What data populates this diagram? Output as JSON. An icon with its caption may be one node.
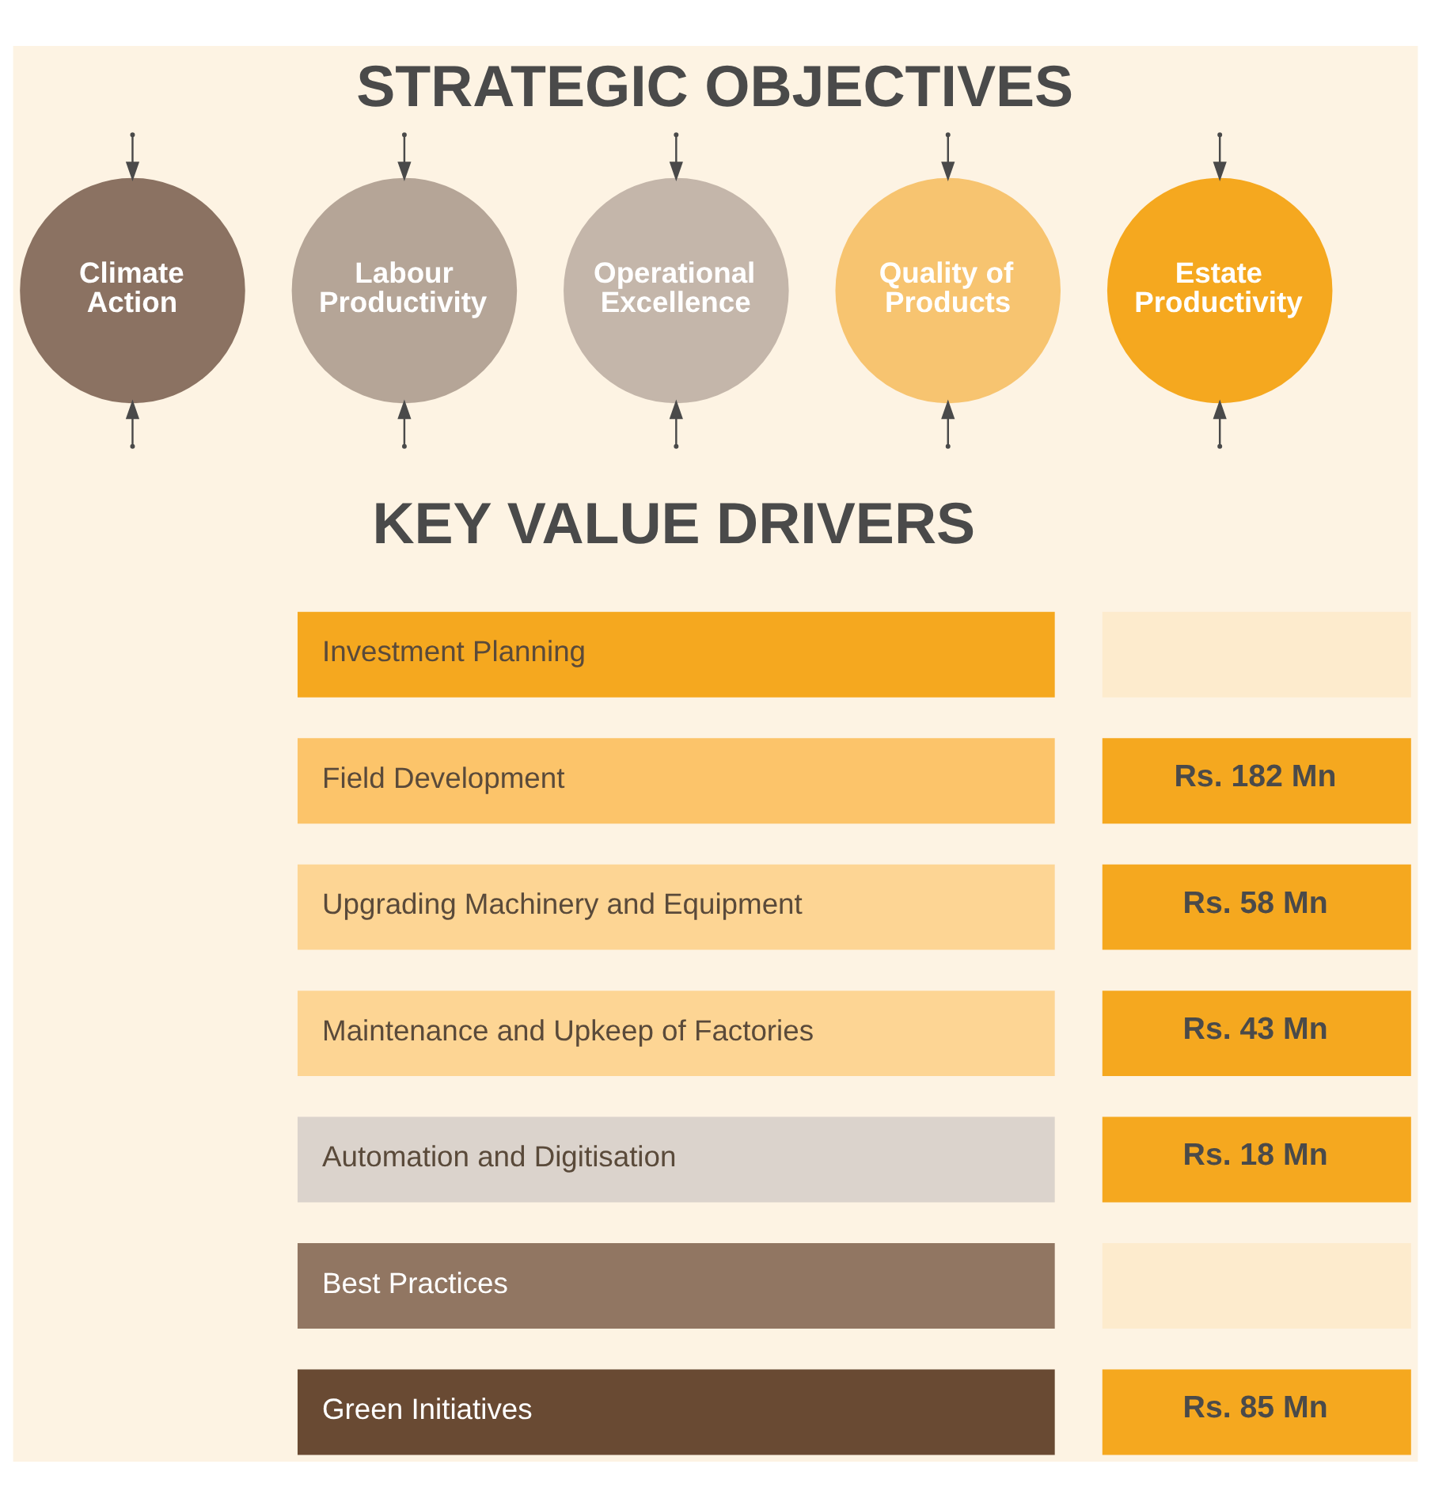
{
  "diagram": {
    "title": "STRATEGIC OBJECTIVES",
    "nodes": [
      {
        "text": [
          "Climate Action"
        ]
      },
      {
        "text": [
          "Labour Productivity"
        ]
      },
      {
        "text": [
          "Operational Excellence"
        ]
      },
      {
        "text": [
          "Quality of Products"
        ]
      },
      {
        "text": [
          "Estate Productivity"
        ]
      },
      {
        "text": [
          "Investment Planning"
        ]
      },
      {
        "text": [],
        "shape": "box"
      },
      {
        "text": [
          "Field Development"
        ]
      },
      {
        "text": [
          "Rs. 182 Mn"
        ]
      },
      {
        "text": [
          "Upgrading Machinery and Equipment"
        ]
      },
      {
        "text": [
          "Rs. 58 Mn"
        ]
      },
      {
        "text": [
          "Maintenance and Upkeep of Factories"
        ]
      },
      {
        "text": [
          "Rs. 43 Mn"
        ]
      },
      {
        "text": [
          "Automation and Digitisation"
        ]
      },
      {
        "text": [
          "Rs. 18 Mn"
        ]
      },
      {
        "text": [
          "Best Practices"
        ]
      },
      {
        "text": [],
        "shape": "box"
      },
      {
        "text": [
          "Green Initiatives"
        ]
      },
      {
        "text": [
          "Rs. 85 Mn"
        ]
      }
    ],
    "edges": [
      {
        "from": null,
        "to": 0,
        "arrow": "to"
      },
      {
        "from": null,
        "to": 1,
        "arrow": "to"
      },
      {
        "from": null,
        "to": 2,
        "arrow": "to"
      },
      {
        "from": null,
        "to": 3,
        "arrow": "to"
      },
      {
        "from": null,
        "to": 4,
        "arrow": "to"
      },
      {
        "from": null,
        "to": 0,
        "arrow": "to"
      },
      {
        "from": null,
        "to": 1,
        "arrow": "to"
      },
      {
        "from": null,
        "to": 2,
        "arrow": "to"
      },
      {
        "from": null,
        "to": 3,
        "arrow": "to"
      },
      {
        "from": null,
        "to": 4,
        "arrow": "to"
      }
    ],
    "labels": [
      "KEY VALUE DRIVERS"
    ]
  }
}
